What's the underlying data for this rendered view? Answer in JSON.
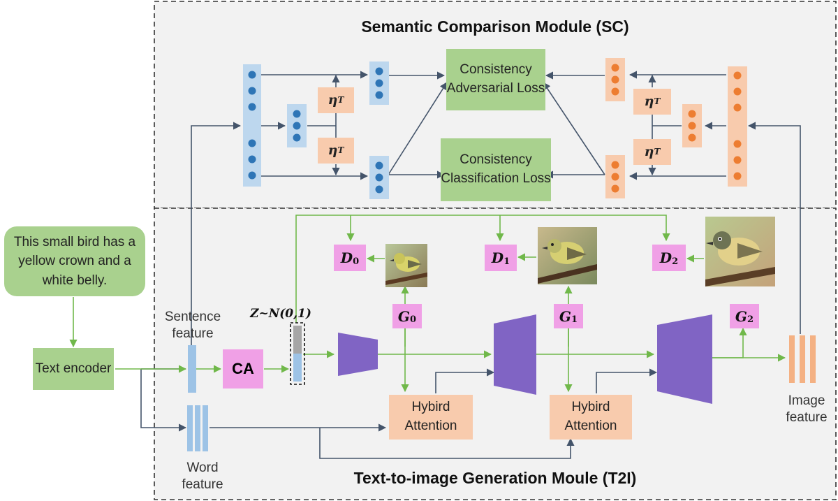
{
  "sc_title": "Semantic Comparison Module (SC)",
  "t2i_title": "Text-to-image Generation Moule (T2I)",
  "input_text": "This small bird has a yellow crown and a white belly.",
  "text_encoder": "Text encoder",
  "sentence_feature": "Sentence feature",
  "word_feature": "Word feature",
  "image_feature": "Image feature",
  "ca": "CA",
  "noise": "Z~N(0,1)",
  "hybrid_attention_1": "Hybird Attention",
  "hybrid_attention_2": "Hybird Attention",
  "g0": "G",
  "g0_sub": "0",
  "g1": "G",
  "g1_sub": "1",
  "g2": "G",
  "g2_sub": "2",
  "d0": "D",
  "d0_sub": "0",
  "d1": "D",
  "d1_sub": "1",
  "d2": "D",
  "d2_sub": "2",
  "eta": "η",
  "eta_sup": "T",
  "consistency_adversarial_loss": "Consistency Adversarial Loss",
  "consistency_classification_loss": "Consistency Classification Loss",
  "colors": {
    "green_box": "#a9d18e",
    "peach_box": "#f8cbad",
    "pink_box": "#f0a0e6",
    "text_feature_bar": "#9dc3e6",
    "image_feature_bar": "#f4b183",
    "blue_dot": "#2e75b6",
    "orange_dot": "#ed7d31",
    "generator": "#8064c4",
    "green_arrow": "#70b84a",
    "slate_arrow": "#44546a"
  }
}
